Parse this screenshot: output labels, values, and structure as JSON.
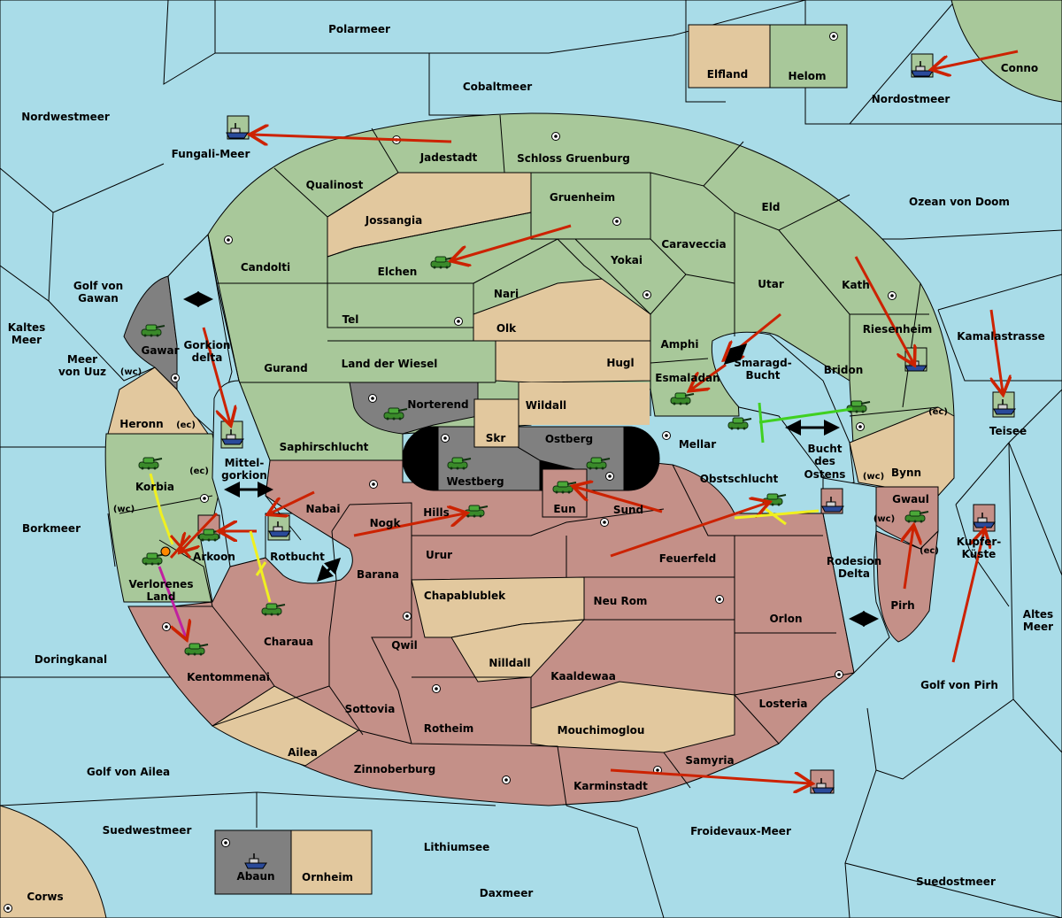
{
  "colors": {
    "sea": "#a9dce8",
    "green_power": "#a8c89a",
    "tan_neutral": "#e2c89e",
    "red_power": "#c49088",
    "gray_power": "#808080",
    "order_red": "#cc2200",
    "order_yellow": "#f0f020",
    "order_green": "#40d020",
    "order_magenta": "#c020a0"
  },
  "seas": {
    "polarmeer": "Polarmeer",
    "cobaltmeer": "Cobaltmeer",
    "nordwestmeer": "Nordwestmeer",
    "fungali_meer": "Fungali-Meer",
    "nordostmeer": "Nordostmeer",
    "ozean_von_doom": "Ozean von Doom",
    "golf_von_gawan_1": "Golf von",
    "golf_von_gawan_2": "Gawan",
    "kaltes_meer_1": "Kaltes",
    "kaltes_meer_2": "Meer",
    "meer_von_uuz_1": "Meer",
    "meer_von_uuz_2": "von Uuz",
    "gorkion_delta_1": "Gorkion",
    "gorkion_delta_2": "delta",
    "mittelgorkion_1": "Mittel-",
    "mittelgorkion_2": "gorkion",
    "rotbucht": "Rotbucht",
    "smaragd_bucht_1": "Smaragd-",
    "smaragd_bucht_2": "Bucht",
    "bucht_des_ostens_1": "Bucht",
    "bucht_des_ostens_2": "des",
    "bucht_des_ostens_3": "Ostens",
    "rodesion_delta_1": "Rodesion",
    "rodesion_delta_2": "Delta",
    "kamalastrasse": "Kamalastrasse",
    "borkmeer": "Borkmeer",
    "doringkanal": "Doringkanal",
    "golf_von_ailea": "Golf von Ailea",
    "suedwestmeer": "Suedwestmeer",
    "lithiumsee": "Lithiumsee",
    "daxmeer": "Daxmeer",
    "froidevaux_meer": "Froidevaux-Meer",
    "suedostmeer": "Suedostmeer",
    "golf_von_pirh": "Golf von Pirh",
    "altes_meer_1": "Altes",
    "altes_meer_2": "Meer",
    "kupfer_kueste_1": "Kupfer-",
    "kupfer_kueste_2": "Küste"
  },
  "lands": {
    "elfland": "Elfland",
    "helom": "Helom",
    "conno": "Conno",
    "teisee": "Teisee",
    "jadestadt": "Jadestadt",
    "schloss_gruenburg": "Schloss Gruenburg",
    "qualinost": "Qualinost",
    "jossangia": "Jossangia",
    "gruenheim": "Gruenheim",
    "eld": "Eld",
    "candolti": "Candolti",
    "elchen": "Elchen",
    "caraveccia": "Caraveccia",
    "yokai": "Yokai",
    "nari": "Nari",
    "utar": "Utar",
    "kath": "Kath",
    "tel": "Tel",
    "olk": "Olk",
    "amphi": "Amphi",
    "riesenheim": "Riesenheim",
    "gawar": "Gawar",
    "gurand": "Gurand",
    "land_der_wiesel": "Land der Wiesel",
    "hugl": "Hugl",
    "esmaladan": "Esmaladan",
    "bridon": "Bridon",
    "norterend": "Norterend",
    "wildall": "Wildall",
    "heronn": "Heronn",
    "skr": "Skr",
    "ostberg": "Ostberg",
    "mellar": "Mellar",
    "saphirschlucht": "Saphirschlucht",
    "westberg": "Westberg",
    "bynn": "Bynn",
    "korbia": "Korbia",
    "obstschlucht": "Obstschlucht",
    "eun": "Eun",
    "sund": "Sund",
    "gwaul": "Gwaul",
    "nabai": "Nabai",
    "hills": "Hills",
    "nogk": "Nogk",
    "arkoon": "Arkoon",
    "urur": "Urur",
    "feuerfeld": "Feuerfeld",
    "verlorenes_land_1": "Verlorenes",
    "verlorenes_land_2": "Land",
    "barana": "Barana",
    "chapablublek": "Chapablublek",
    "neu_rom": "Neu Rom",
    "orlon": "Orlon",
    "pirh": "Pirh",
    "charaua": "Charaua",
    "qwil": "Qwil",
    "nilldall": "Nilldall",
    "kentommenai": "Kentommenai",
    "kaaldewaa": "Kaaldewaa",
    "losteria": "Losteria",
    "sottovia": "Sottovia",
    "rotheim": "Rotheim",
    "mouchimoglou": "Mouchimoglou",
    "ailea": "Ailea",
    "samyria": "Samyria",
    "zinnoberburg": "Zinnoberburg",
    "karminstadt": "Karminstadt",
    "abaun": "Abaun",
    "ornheim": "Ornheim",
    "corws": "Corws"
  },
  "coasts": {
    "wc": "(wc)",
    "ec": "(ec)"
  }
}
